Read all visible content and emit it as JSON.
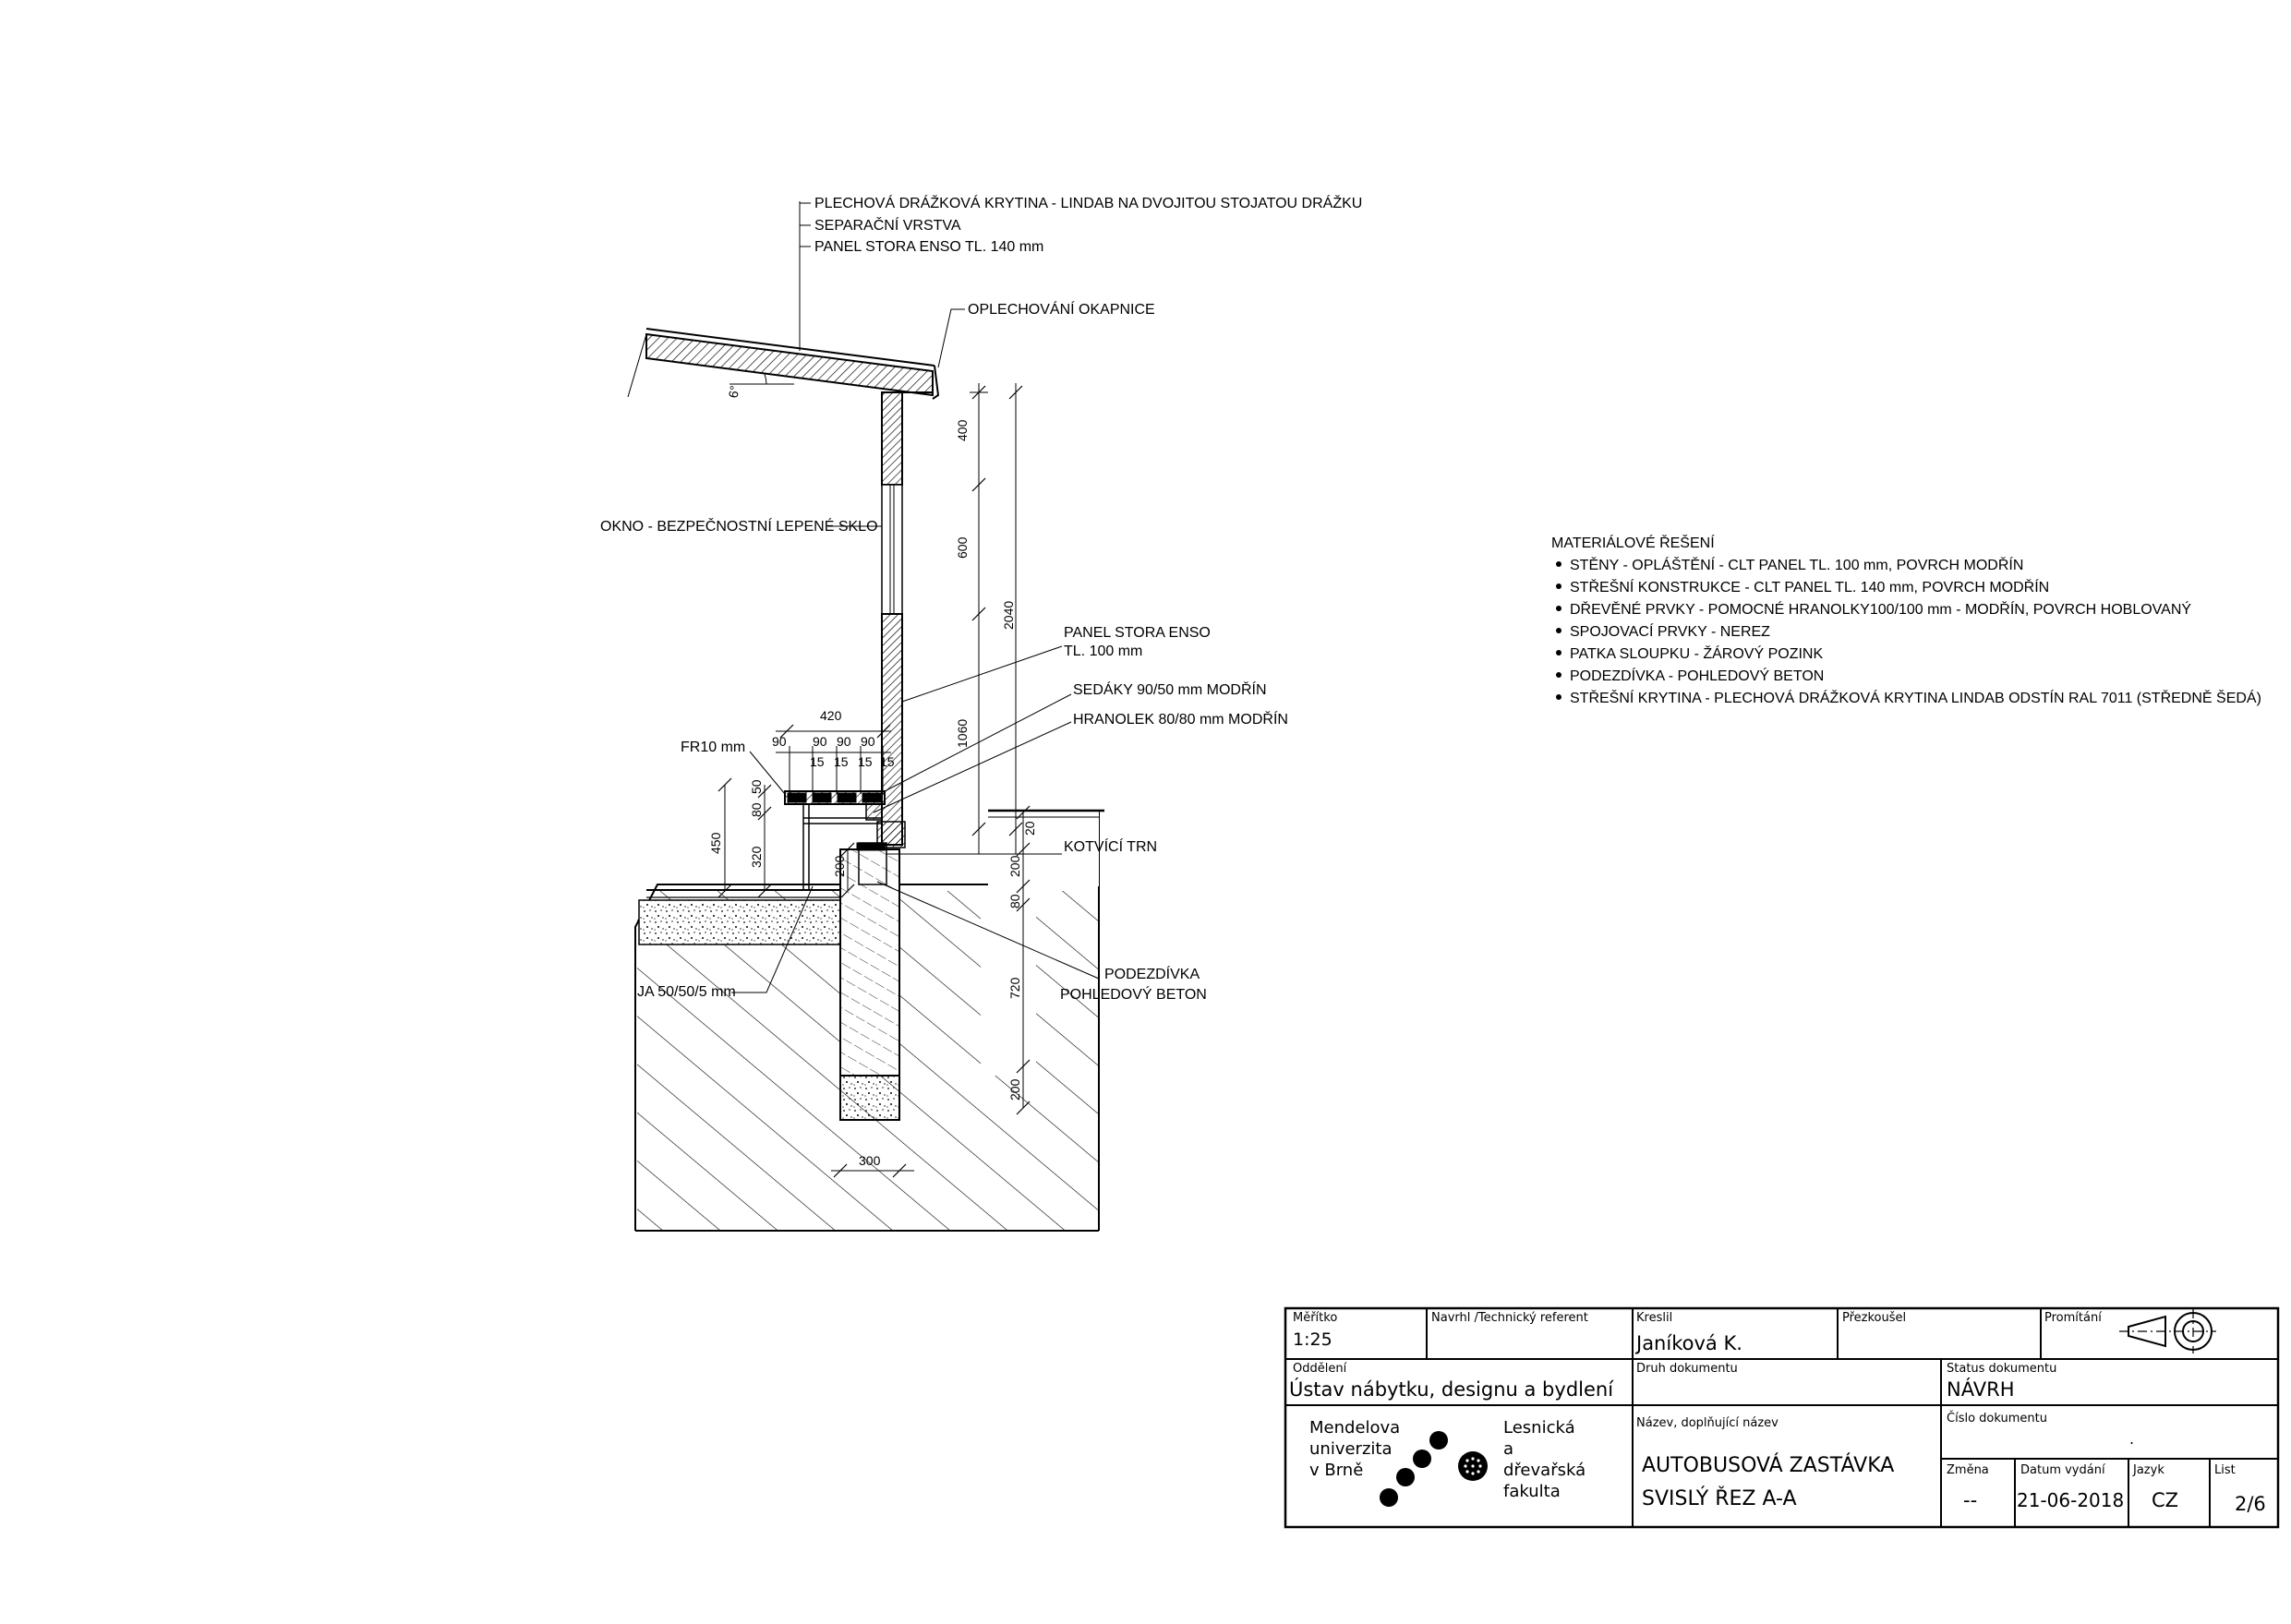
{
  "drawing": {
    "roof_layers": [
      "PLECHOVÁ DRÁŽKOVÁ KRYTINA - LINDAB NA DVOJITOU STOJATOU DRÁŽKU",
      "SEPARAČNÍ VRSTVA",
      "PANEL STORA ENSO TL. 140 mm"
    ],
    "labels": {
      "okapnice": "OPLECHOVÁNÍ OKAPNICE",
      "okno": "OKNO - BEZPEČNOSTNÍ LEPENÉ SKLO",
      "panel_line1": "PANEL STORA ENSO",
      "panel_line2": "TL. 100 mm",
      "sedaky": "SEDÁKY 90/50 mm MODŘÍN",
      "hranolek": "HRANOLEK 80/80 mm MODŘÍN",
      "fr": "FR10 mm",
      "kotvici": "KOTVÍCÍ TRN",
      "podezdivka_line1": "PODEZDÍVKA",
      "podezdivka_line2": "POHLEDOVÝ BETON",
      "ja": "JA 50/50/5 mm",
      "angle": "6°"
    },
    "dimensions": {
      "d400": "400",
      "d600": "600",
      "d1060": "1060",
      "d2040": "2040",
      "d420": "420",
      "d90a": "90",
      "d90b": "90",
      "d90c": "90",
      "d90d": "90",
      "d15a": "15",
      "d15b": "15",
      "d15c": "15",
      "d15d": "15",
      "d50": "50",
      "d80a": "80",
      "d450": "450",
      "d320": "320",
      "d200a": "200",
      "d20": "20",
      "d200b": "200",
      "d80b": "80",
      "d720": "720",
      "d200c": "200",
      "d300": "300"
    }
  },
  "materials": {
    "title": "MATERIÁLOVÉ ŘEŠENÍ",
    "items": [
      "STĚNY - OPLÁŠTĚNÍ - CLT PANEL TL. 100 mm, POVRCH MODŘÍN",
      "STŘEŠNÍ KONSTRUKCE - CLT PANEL TL. 140 mm, POVRCH MODŘÍN",
      "DŘEVĚNÉ PRVKY - POMOCNÉ HRANOLKY100/100 mm - MODŘÍN, POVRCH HOBLOVANÝ",
      "SPOJOVACÍ PRVKY - NEREZ",
      "PATKA SLOUPKU - ŽÁROVÝ POZINK",
      "PODEZDÍVKA - POHLEDOVÝ BETON",
      "STŘEŠNÍ KRYTINA - PLECHOVÁ DRÁŽKOVÁ KRYTINA LINDAB ODSTÍN RAL 7011 (STŘEDNĚ ŠEDÁ)"
    ]
  },
  "title_block": {
    "meritko_label": "Měřítko",
    "meritko_value": "1:25",
    "navrhl_label": "Navrhl /Technický referent",
    "kreslil_label": "Kreslil",
    "kreslil_value": "Janíková K.",
    "prezkousel_label": "Přezkoušel",
    "promitani_label": "Promítání",
    "oddeleni_label": "Oddělení",
    "oddeleni_value": "Ústav nábytku, designu a bydlení",
    "druh_label": "Druh dokumentu",
    "status_label": "Status dokumentu",
    "status_value": "NÁVRH",
    "cislo_label": "Číslo dokumentu",
    "cislo_value": ".",
    "nazev_label": "Název, doplňující název",
    "nazev_line1": "AUTOBUSOVÁ ZASTÁVKA",
    "nazev_line2": "SVISLÝ ŘEZ A-A",
    "zmena_label": "Změna",
    "zmena_value": "--",
    "datum_label": "Datum vydání",
    "datum_value": "21-06-2018",
    "jazyk_label": "Jazyk",
    "jazyk_value": "CZ",
    "list_label": "List",
    "list_value": "2/6",
    "logo_left": [
      "Mendelova",
      "univerzita",
      "v Brně"
    ],
    "logo_right": [
      "Lesnická",
      "a",
      "dřevařská",
      "fakulta"
    ]
  }
}
